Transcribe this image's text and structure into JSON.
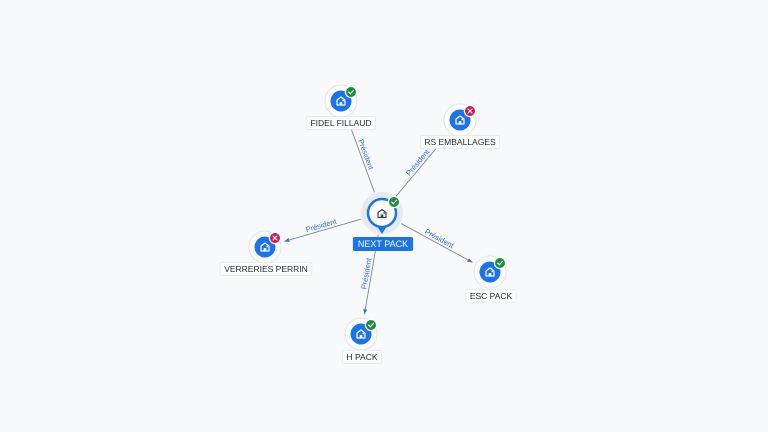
{
  "center": {
    "label": "NEXT PACK",
    "status": "ok",
    "icon": "building-icon"
  },
  "nodes": [
    {
      "id": "fidel-fillaud",
      "label": "FIDEL FILLAUD",
      "status": "ok",
      "relation": "Président",
      "icon": "building-icon"
    },
    {
      "id": "rs-emballages",
      "label": "RS EMBALLAGES",
      "status": "closed",
      "relation": "Président",
      "icon": "building-icon"
    },
    {
      "id": "verreries-perrin",
      "label": "VERRERIES PERRIN",
      "status": "closed",
      "relation": "Président",
      "icon": "building-icon"
    },
    {
      "id": "esc-pack",
      "label": "ESC PACK",
      "status": "ok",
      "relation": "Président",
      "icon": "building-icon"
    },
    {
      "id": "h-pack",
      "label": "H PACK",
      "status": "ok",
      "relation": "Président",
      "icon": "building-icon"
    }
  ],
  "colors": {
    "primary": "#1a73e8",
    "status_ok": "#1e8e3e",
    "status_closed": "#d3134f",
    "edge_label": "#2f6fd6"
  }
}
